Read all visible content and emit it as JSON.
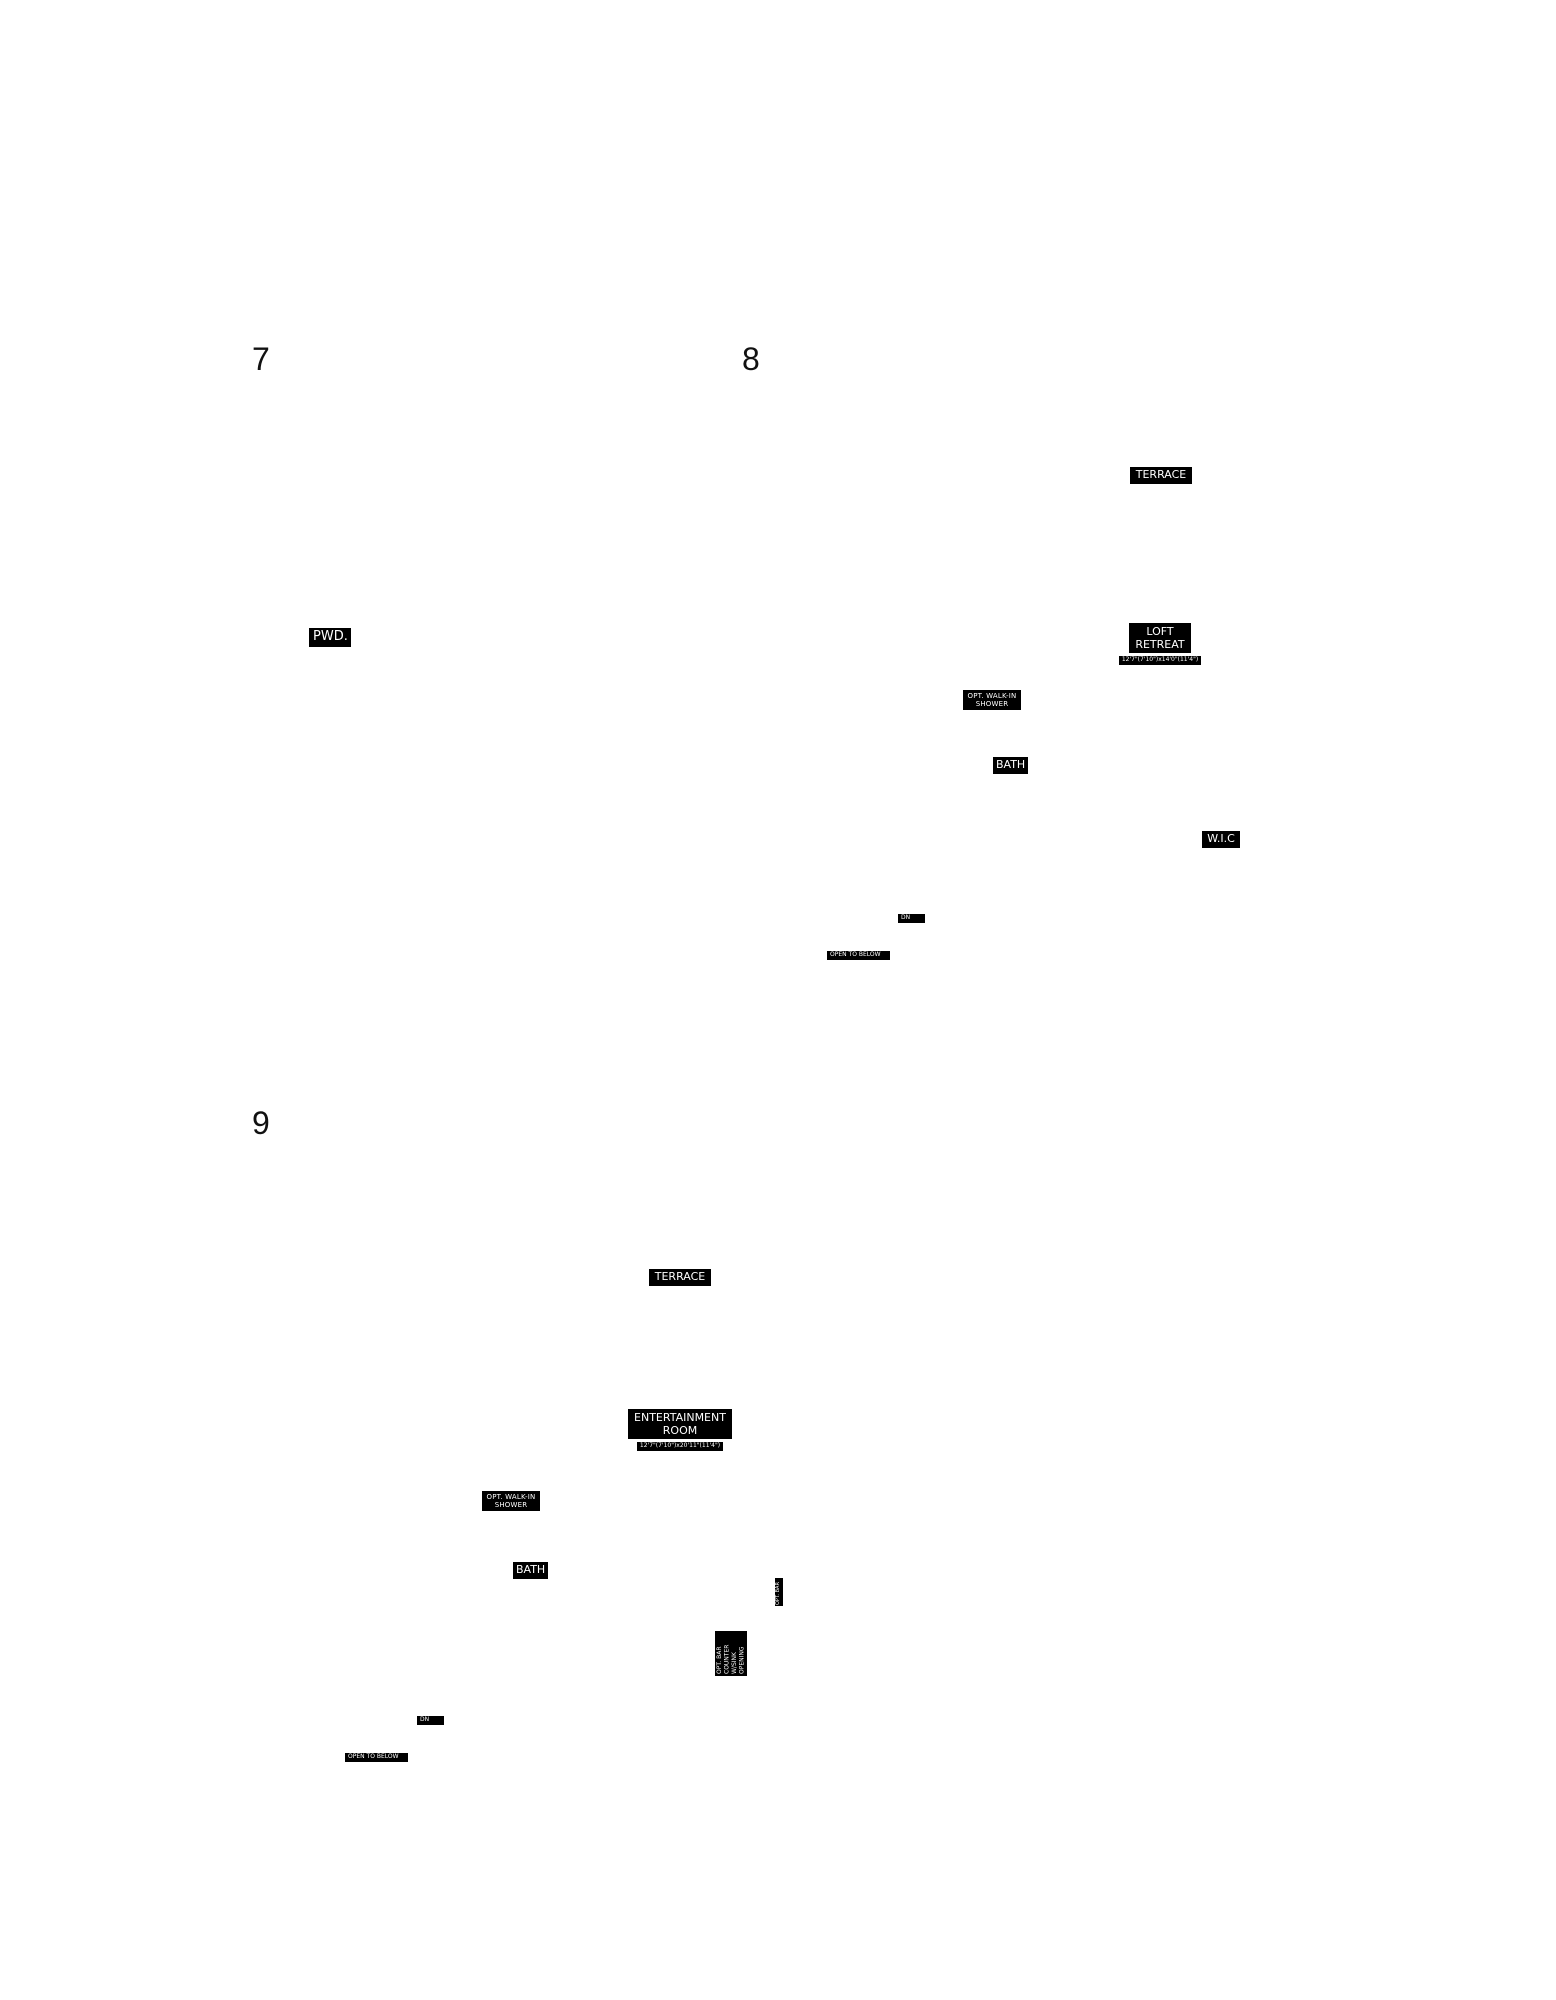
{
  "sections": {
    "seven": "7",
    "eight": "8",
    "nine": "9"
  },
  "plan7": {
    "pwd": "PWD."
  },
  "plan8": {
    "terrace": "TERRACE",
    "loft_line1": "LOFT",
    "loft_line2": "RETREAT",
    "loft_dims": "12'7\"(7'10\")x14'0\"(11'4\")",
    "shower_line1": "OPT. WALK-IN",
    "shower_line2": "SHOWER",
    "bath": "BATH",
    "wic": "W.I.C",
    "dn": "DN",
    "open_below": "OPEN TO BELOW"
  },
  "plan9": {
    "terrace": "TERRACE",
    "ent_line1": "ENTERTAINMENT",
    "ent_line2": "ROOM",
    "ent_dims": "12'7\"(7'10\")x20'11\"(11'4\")",
    "shower_line1": "OPT. WALK-IN",
    "shower_line2": "SHOWER",
    "bath": "BATH",
    "side_tag": "OPT. BAR",
    "counter_line1": "OPT. BAR",
    "counter_line2": "COUNTER",
    "counter_line3": "W/SINK",
    "counter_line4": "OPENING",
    "dn": "DN",
    "open_below": "OPEN TO BELOW"
  }
}
